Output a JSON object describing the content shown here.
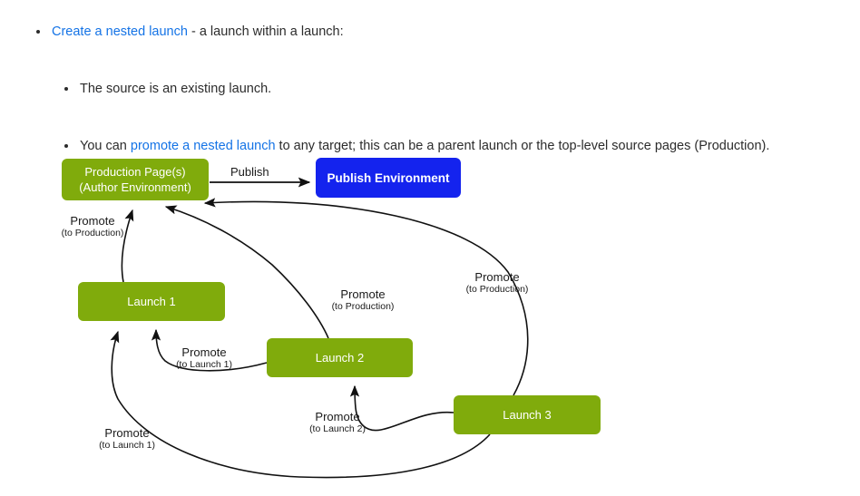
{
  "doc": {
    "bullets": [
      {
        "id": "create-nested-launch",
        "link_text": "Create a nested launch",
        "rest_text": " - a launch within a launch:"
      },
      {
        "id": "source-existing-launch",
        "text": "The source is an existing launch."
      },
      {
        "id": "promote-nested-launch",
        "pre_text": "You can ",
        "link_text": "promote a nested launch",
        "post_text": " to any target; this can be a parent launch or the top-level source pages (Production)."
      }
    ]
  },
  "diagram": {
    "nodes": {
      "production": {
        "line1": "Production Page(s)",
        "line2": "(Author Environment)",
        "color": "#80ab0c"
      },
      "publish_environment": {
        "label": "Publish Environment",
        "color": "#1423ee"
      },
      "launch1": {
        "label": "Launch 1",
        "color": "#80ab0c"
      },
      "launch2": {
        "label": "Launch 2",
        "color": "#80ab0c"
      },
      "launch3": {
        "label": "Launch 3",
        "color": "#80ab0c"
      }
    },
    "edges": {
      "publish": {
        "title": "Publish",
        "sub": ""
      },
      "promote_production_from_launch1": {
        "title": "Promote",
        "sub": "(to Production)"
      },
      "promote_production_from_launch2": {
        "title": "Promote",
        "sub": "(to Production)"
      },
      "promote_production_from_launch3": {
        "title": "Promote",
        "sub": "(to Production)"
      },
      "promote_launch1_from_launch2": {
        "title": "Promote",
        "sub": "(to Launch 1)"
      },
      "promote_launch1_from_launch3": {
        "title": "Promote",
        "sub": "(to Launch 1)"
      },
      "promote_launch2_from_launch3": {
        "title": "Promote",
        "sub": "(to Launch 2)"
      }
    }
  },
  "colors": {
    "link": "#1473e6",
    "node_green": "#80ab0c",
    "node_blue": "#1423ee",
    "text": "#2c2c2c",
    "edge": "#111111",
    "background": "#ffffff"
  }
}
